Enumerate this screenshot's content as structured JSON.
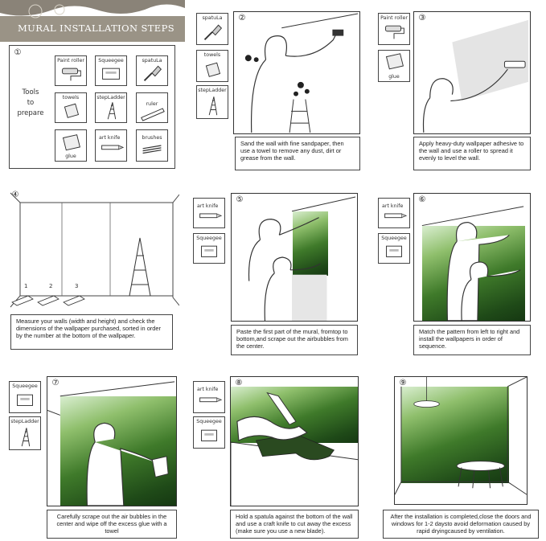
{
  "header": {
    "title": "MURAL INSTALLATION STEPS"
  },
  "tools_panel": {
    "number": "①",
    "heading_line1": "Tools",
    "heading_line2": "to",
    "heading_line3": "prepare",
    "tools": [
      "Paint roller",
      "Squeegee",
      "spatuLa",
      "towels",
      "stepLadder",
      "ruler",
      "glue",
      "art knife",
      "brushes"
    ]
  },
  "steps": [
    {
      "number": "②",
      "tools": [
        "spatuLa",
        "towels",
        "stepLadder"
      ],
      "caption": "Sand the wall with fine sandpaper, then use a towel to remove any dust, dirt or grease from the wall."
    },
    {
      "number": "③",
      "tools": [
        "Paint roller",
        "glue"
      ],
      "caption": "Apply heavy-duty wallpaper adhesive to the wall and use a roller to spread it evenly to level the wall."
    },
    {
      "number": "④",
      "panel_labels": [
        "1",
        "2",
        "3"
      ],
      "caption": "Measure your walls (width and height) and check the dimensions of the wallpaper purchased, sorted in order by the number at the bottom of the wallpaper."
    },
    {
      "number": "⑤",
      "tools": [
        "art knife",
        "Squeegee"
      ],
      "caption": "Paste the first part of the mural, fromtop to bottom,and scrape out the airbubbles from the center."
    },
    {
      "number": "⑥",
      "tools": [
        "art knife",
        "Squeegee"
      ],
      "caption": "Match the pattern from left to right and install the wallpapers in order of sequence."
    },
    {
      "number": "⑦",
      "tools": [
        "Squeegee",
        "stepLadder"
      ],
      "caption": "Carefully scrape out the air bubbles in the center and wipe off the excess glue with a towel"
    },
    {
      "number": "⑧",
      "tools": [
        "art knife",
        "Squeegee"
      ],
      "caption": "Hold a spatula against the bottom of the wall and use a craft knife to cut away the excess (make sure you use a new blade)."
    },
    {
      "number": "⑨",
      "caption": "After the installation is completed,close the doors and windows for 1-2 daysto avoid deformation caused by rapid dryingcaused by ventilation."
    }
  ]
}
